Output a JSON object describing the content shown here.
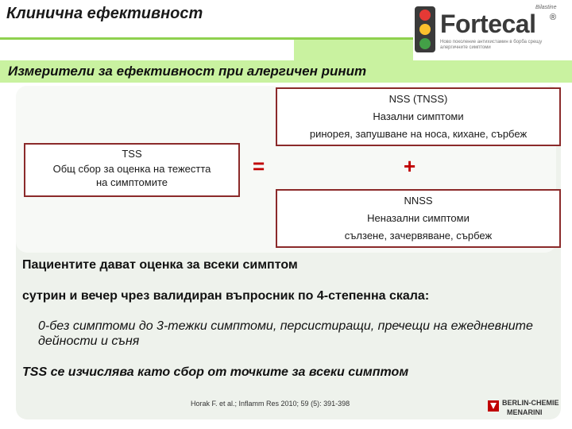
{
  "header": {
    "title": "Клинична ефективност",
    "logo": {
      "brand": "Fortecal",
      "registered": "®",
      "sub": "Bilastine",
      "tagline": "Ново поколение антихистамин в борба срещу алергичните симптоми",
      "colors": {
        "top": "#e53935",
        "mid": "#fbc02d",
        "bottom": "#43a047"
      }
    }
  },
  "subtitle": "Измерители за ефективност при алергичен ринит",
  "nss_box": {
    "line1": "NSS (TNSS)",
    "line2": "Назални симптоми",
    "line3": "ринорея, запушване на носа, кихане, сърбеж"
  },
  "tss_box": {
    "line1": "TSS",
    "line2": "Общ сбор за оценка на тежестта",
    "line3": "на симптомите"
  },
  "nnss_box": {
    "line1": "NNSS",
    "line2": "Неназални симптоми",
    "line3": "сълзене, зачервяване, сърбеж"
  },
  "operators": {
    "equals": "=",
    "plus": "+"
  },
  "body": {
    "line1": "Пациентите дават оценка за всеки симптом",
    "line2": "сутрин и вечер чрез валидиран въпросник по 4-степенна скала:",
    "line3": "0-без симптоми до 3-тежки симптоми, персистиращи, пречещи на ежедневните дейности и съня",
    "line4": "TSS се изчислява като сбор от точките за всеки симптом"
  },
  "citation": "Horak F. et al.; Inflamm Res 2010; 59 (5): 391-398",
  "footer": {
    "company_line1": "BERLIN-CHEMIE",
    "company_line2": "MENARINI"
  },
  "colors": {
    "accent_green": "#8fd14f",
    "band_green": "#c9f2a0",
    "box_border": "#8b2a2a",
    "operator_red": "#c00000"
  }
}
